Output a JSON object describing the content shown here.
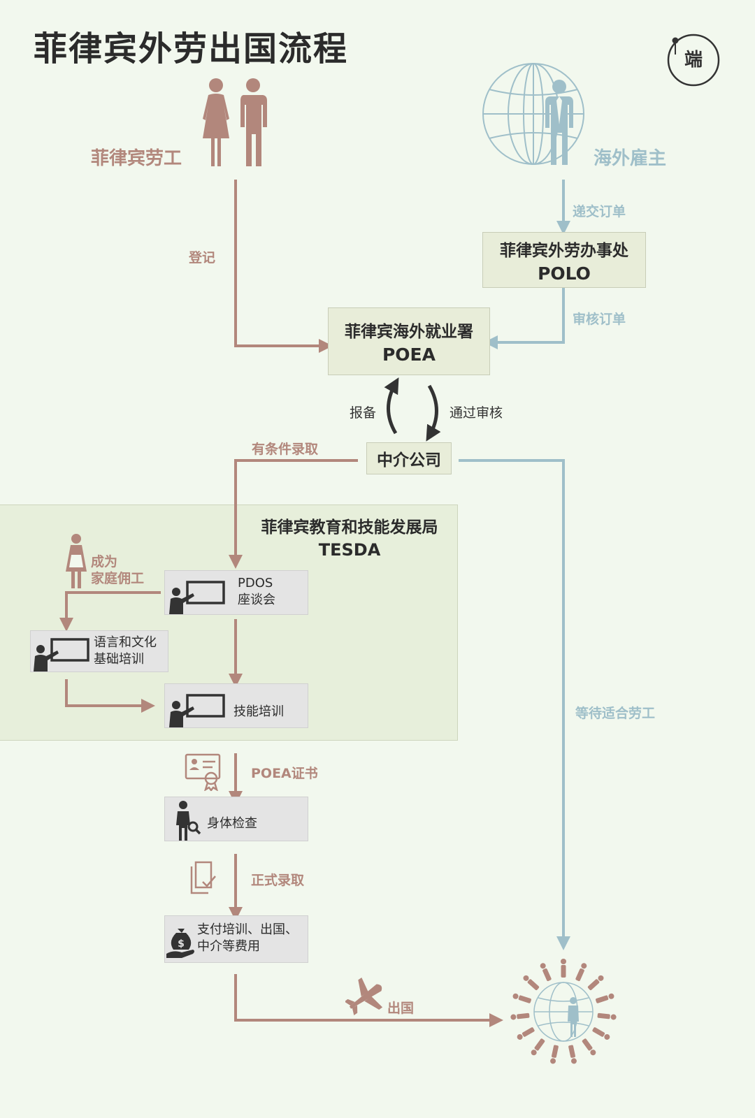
{
  "title": "菲律宾外劳出国流程",
  "logo_text": "端",
  "actors": {
    "workers": "菲律宾劳工",
    "employer": "海外雇主"
  },
  "orgs": {
    "polo": {
      "line1": "菲律宾外劳办事处",
      "line2": "POLO"
    },
    "poea": {
      "line1": "菲律宾海外就业署",
      "line2": "POEA"
    },
    "agency": {
      "line1": "中介公司"
    },
    "tesda": {
      "line1": "菲律宾教育和技能发展局",
      "line2": "TESDA"
    }
  },
  "edges": {
    "register": "登记",
    "submit_order": "递交订单",
    "review_order": "审核订单",
    "report": "报备",
    "pass_review": "通过审核",
    "conditional_hire": "有条件录取",
    "become_domestic": "成为\n家庭佣工",
    "wait_worker": "等待适合劳工",
    "poea_certificate": "POEA证书",
    "formal_hire": "正式录取",
    "go_abroad": "出国"
  },
  "steps": {
    "pdos": {
      "line1": "PDOS",
      "line2": "座谈会"
    },
    "language": {
      "line1": "语言和文化",
      "line2": "基础培训"
    },
    "skill": {
      "line1": "技能培训"
    },
    "medical": {
      "line1": "身体检查"
    },
    "fees": {
      "line1": "支付培训、出国、",
      "line2": "中介等费用"
    }
  },
  "colors": {
    "brown": "#b2877c",
    "blue": "#9fbfc9",
    "dark": "#333333",
    "background": "#f2f8ee",
    "org_box": "#e8edd9",
    "step_box": "#e4e4e4"
  }
}
